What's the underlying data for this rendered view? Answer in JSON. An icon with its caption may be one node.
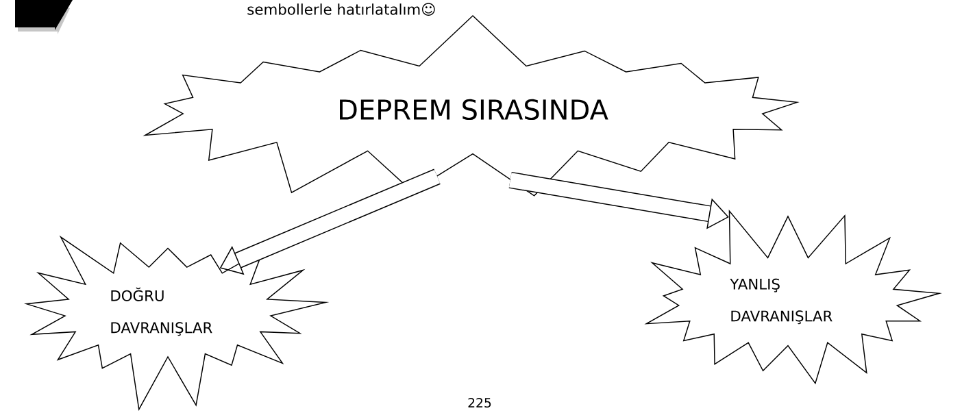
{
  "diagram": {
    "nodes": [
      {
        "text": [
          "DEPREM SIRASINDA"
        ]
      },
      {
        "text": [
          "DOĞRU DAVRANIŞLAR"
        ]
      },
      {
        "text": [
          "YANLIŞ DAVRANIŞLAR"
        ]
      }
    ],
    "edges": [
      {
        "from": 0,
        "to": 1,
        "arrow": "to"
      },
      {
        "from": 0,
        "to": 2,
        "arrow": "to"
      }
    ],
    "labels": [
      "sembollerle hatırlatalım☺",
      "225"
    ]
  }
}
